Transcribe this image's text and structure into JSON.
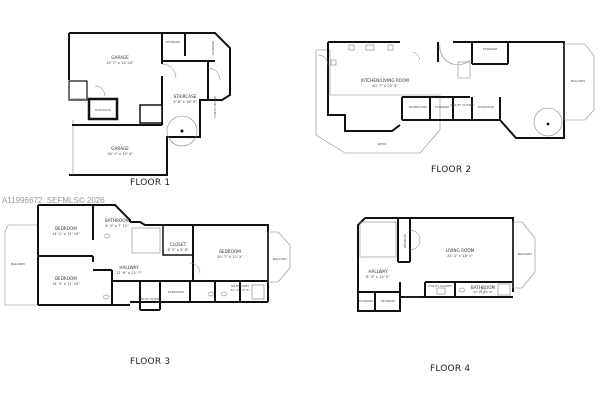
{
  "watermark": "A11996672_SEFMLS© 2026",
  "floors": [
    {
      "label": "FLOOR 1",
      "rooms": [
        {
          "name": "GARAGE",
          "dims": "19' 7\" x 14' 10\""
        },
        {
          "name": "GARAGE",
          "dims": "18' 1\" x 15' 4\""
        },
        {
          "name": "STAIRCASE",
          "dims": "9' 8\" x 18' 0\""
        },
        {
          "name": "STORAGE",
          "dims": ""
        },
        {
          "name": "STORAGE",
          "dims": ""
        },
        {
          "name": "ELEVATOR",
          "dims": ""
        },
        {
          "name": "UTILITY ROOM",
          "dims": ""
        },
        {
          "name": "STORAGE",
          "dims": ""
        }
      ]
    },
    {
      "label": "FLOOR 2",
      "rooms": [
        {
          "name": "KITCHEN/LIVING ROOM",
          "dims": "40' 7\" x 23' 9\""
        },
        {
          "name": "STORAGE",
          "dims": ""
        },
        {
          "name": "BALCONY",
          "dims": ""
        },
        {
          "name": "PATIO",
          "dims": ""
        },
        {
          "name": "ELEVATOR",
          "dims": ""
        },
        {
          "name": "BATHROOM",
          "dims": ""
        },
        {
          "name": "STORAGE",
          "dims": ""
        },
        {
          "name": "UTILITY CLOSET",
          "dims": ""
        }
      ]
    },
    {
      "label": "FLOOR 3",
      "rooms": [
        {
          "name": "BEDROOM",
          "dims": "14' 1\" x 11' 10\""
        },
        {
          "name": "BEDROOM",
          "dims": "14' 3\" x 11' 10\""
        },
        {
          "name": "BATHROOM",
          "dims": "9' 2\" x 7' 11\""
        },
        {
          "name": "HALLWAY",
          "dims": "11' 6\" x 12' 7\""
        },
        {
          "name": "CLOSET",
          "dims": "6' 5\" x 8' 8\""
        },
        {
          "name": "BEDROOM",
          "dims": "20' 7\" x 12' 3\""
        },
        {
          "name": "BATHROOM",
          "dims": "11' 2\" x 8' 6\""
        },
        {
          "name": "ELEVATOR",
          "dims": ""
        },
        {
          "name": "BALCONY",
          "dims": ""
        },
        {
          "name": "BALCONY",
          "dims": ""
        },
        {
          "name": "UTILITY CLOSET",
          "dims": ""
        }
      ]
    },
    {
      "label": "FLOOR 4",
      "rooms": [
        {
          "name": "LIVING ROOM",
          "dims": "24' 2\" x 18' 1\""
        },
        {
          "name": "HALLWAY",
          "dims": "8' 3\" x 15' 5\""
        },
        {
          "name": "STORAGE",
          "dims": ""
        },
        {
          "name": "BATHROOM",
          "dims": "12' 2\" x 6' 6\""
        },
        {
          "name": "ELEVATOR",
          "dims": ""
        },
        {
          "name": "BALCONY",
          "dims": ""
        },
        {
          "name": "STORAGE",
          "dims": ""
        },
        {
          "name": "STORAGE",
          "dims": ""
        },
        {
          "name": "UTILITY CLOSET",
          "dims": ""
        }
      ]
    }
  ]
}
